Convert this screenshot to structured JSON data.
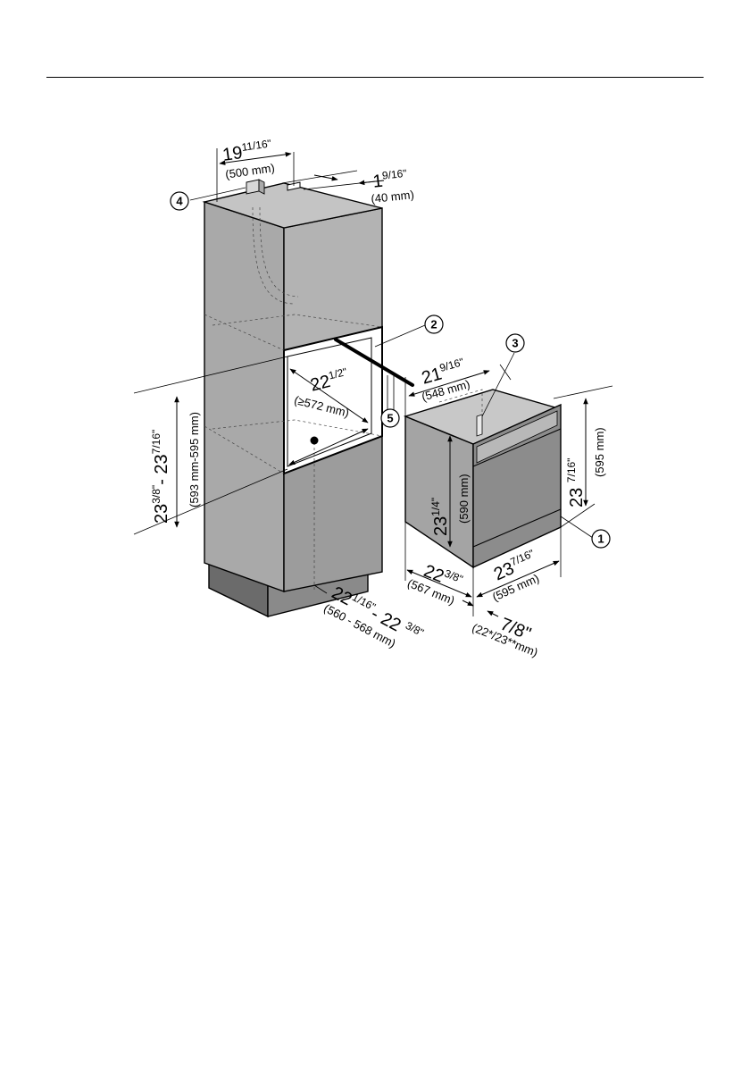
{
  "callouts": [
    "1",
    "2",
    "3",
    "4",
    "5"
  ],
  "dimensions": {
    "top_width": {
      "whole": "19",
      "frac": "11/16\"",
      "metric": "(500 mm)"
    },
    "top_depth": {
      "whole": "1",
      "frac": "9/16\"",
      "metric": "(40 mm)"
    },
    "niche_width": {
      "whole": "22",
      "frac": "1/2\"",
      "metric": "(≥572 mm)"
    },
    "niche_height": {
      "text_a": "23",
      "sup_a": "3/8\"",
      "text_b": "- 23",
      "sup_b": "7/16\"",
      "metric": "(593 mm-595 mm)"
    },
    "niche_depth": {
      "a": "22",
      "sup_a": "1/16\"",
      "b": "- 22 ",
      "sup_b": "3/8\"",
      "metric": "(560 - 568 mm)"
    },
    "oven_depth_top": {
      "whole": "21",
      "frac": "9/16\"",
      "metric": "(548 mm)"
    },
    "oven_body_height": {
      "whole": "23",
      "frac": "1/4\"",
      "metric": "(590 mm)"
    },
    "oven_front_height": {
      "whole": "23 ",
      "frac": "7/16\"",
      "metric": "(595 mm)"
    },
    "oven_body_depth": {
      "whole": "22",
      "frac": "3/8\"",
      "metric": "(567 mm)"
    },
    "oven_front_width": {
      "whole": "23",
      "frac": "7/16\"",
      "metric": "(595 mm)"
    },
    "front_thickness": {
      "whole": "7/8\"",
      "metric": "(22*/23**mm)"
    }
  }
}
